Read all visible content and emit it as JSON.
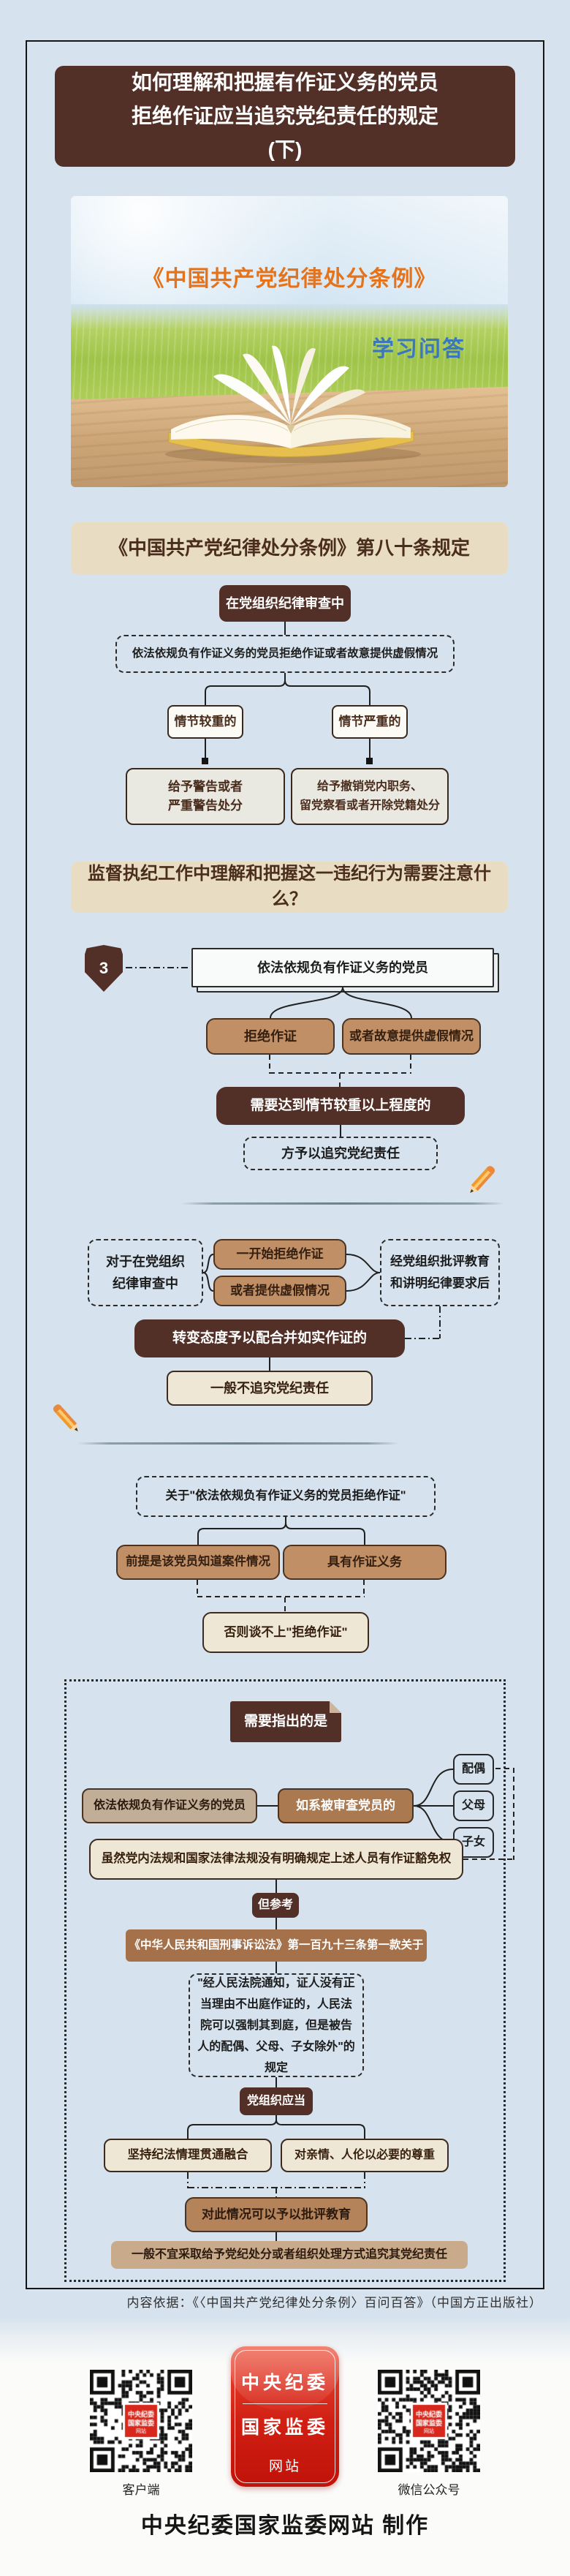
{
  "colors": {
    "page_bg": "#d6e3ee",
    "dark_brown": "#523028",
    "beige": "#e8ddc3",
    "tan": "#c08f66",
    "cream": "#efe7d5",
    "red_badge": "#d01e12",
    "accent_orange": "#e4731c",
    "accent_blue": "#3a77bd"
  },
  "title": {
    "lines": [
      "如何理解和把握有作证义务的党员",
      "拒绝作证应当追究党纪责任的规定",
      "(下)"
    ]
  },
  "hero": {
    "heading": "《中国共产党纪律处分条例》",
    "subheading": "学习问答"
  },
  "s1": {
    "header": "《中国共产党纪律处分条例》第八十条规定",
    "review": "在党组织纪律审查中",
    "condition": "依法依规负有作证义务的党员拒绝作证或者故意提供虚假情况",
    "moderate": "情节较重的",
    "severe": "情节严重的",
    "moderate_result": [
      "给予警告或者",
      "严重警告处分"
    ],
    "severe_result": [
      "给予撤销党内职务、",
      "留党察看或者开除党籍处分"
    ]
  },
  "s2": {
    "header": "监督执纪工作中理解和把握这一违纪行为需要注意什么？",
    "badge": "3",
    "subject": "依法依规负有作证义务的党员",
    "refuse": "拒绝作证",
    "false_info": "或者故意提供虚假情况",
    "threshold": "需要达到情节较重以上程度的",
    "pursue": "方予以追究党纪责任"
  },
  "s3": {
    "context": [
      "对于在党组织",
      "纪律审查中"
    ],
    "refuse_first": "一开始拒绝作证",
    "provide_false": "或者提供虚假情况",
    "education": [
      "经党组织批评教育",
      "和讲明纪律要求后"
    ],
    "cooperate": "转变态度予以配合并如实作证的",
    "no_pursue": "一般不追究党纪责任"
  },
  "s4": {
    "about": "关于\"依法依规负有作证义务的党员拒绝作证\"",
    "premise": "前提是该党员知道案件情况",
    "duty": "具有作证义务",
    "otherwise": "否则谈不上\"拒绝作证\""
  },
  "s5": {
    "note": "需要指出的是",
    "subject": "依法依规负有作证义务的党员",
    "if_relative": "如系被审查党员的",
    "relatives": [
      "配偶",
      "父母",
      "子女"
    ],
    "no_exemption": "虽然党内法规和国家法律法规没有明确规定上述人员有作证豁免权",
    "refer": "但参考",
    "law": "《中华人民共和国刑事诉讼法》第一百九十三条第一款关于",
    "provision": "\"经人民法院通知，证人没有正当理由不出庭作证的，人民法院可以强制其到庭，但是被告人的配偶、父母、子女除外\"的规定",
    "org_should": "党组织应当",
    "p1": "坚持纪法情理贯通融合",
    "p2": "对亲情、人伦以必要的尊重",
    "criticize": "对此情况可以予以批评教育",
    "conclusion": "一般不宜采取给予党纪处分或者组织处理方式追究其党纪责任"
  },
  "credit": "内容依据：《〈中国共产党纪律处分条例〉百问百答》（中国方正出版社）",
  "footer": {
    "qr_left_label": "客户端",
    "qr_right_label": "微信公众号",
    "badge_lines": [
      "中央纪委",
      "国家监委",
      "网站"
    ],
    "made_by": "中央纪委国家监委网站 制作"
  }
}
